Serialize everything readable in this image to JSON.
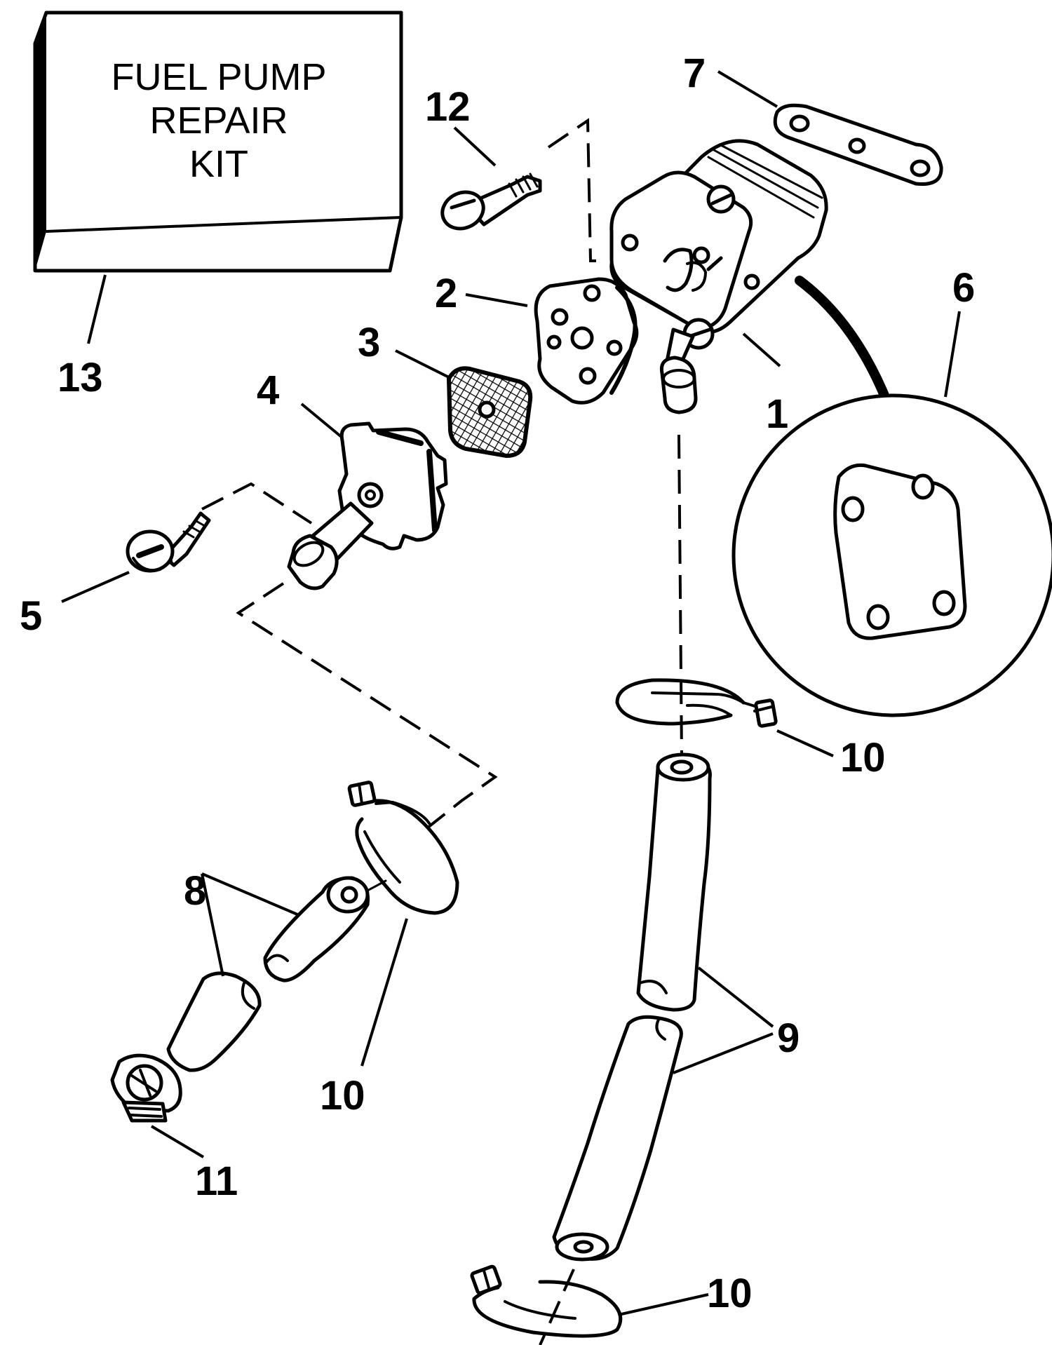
{
  "kit_box": {
    "line1": "FUEL PUMP",
    "line2": "REPAIR",
    "line3": "KIT"
  },
  "callouts": {
    "c1": "1",
    "c2": "2",
    "c3": "3",
    "c4": "4",
    "c5": "5",
    "c6": "6",
    "c7": "7",
    "c8": "8",
    "c9": "9",
    "c10a": "10",
    "c10b": "10",
    "c10c": "10",
    "c11": "11",
    "c12": "12",
    "c13": "13"
  }
}
